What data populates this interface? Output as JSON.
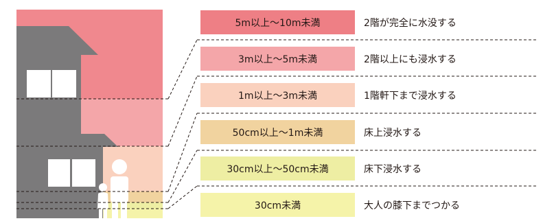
{
  "levels": [
    {
      "range": "5m以上～10m未満",
      "description": "2階が完全に水没する",
      "color": "#ee7f85"
    },
    {
      "range": "3m以上～5m未満",
      "description": "2階以上にも浸水する",
      "color": "#f4a6a9"
    },
    {
      "range": "1m以上～3m未満",
      "description": "1階軒下まで浸水する",
      "color": "#fad1be"
    },
    {
      "range": "50cm以上～1m未満",
      "description": "床上浸水する",
      "color": "#f1d39f"
    },
    {
      "range": "30cm以上～50cm未満",
      "description": "床下浸水する",
      "color": "#eeeea3"
    },
    {
      "range": "30cm未満",
      "description": "大人の膝下までつかる",
      "color": "#f5f3a9"
    }
  ],
  "icons": {
    "house": "house-silhouette-icon",
    "adult": "adult-person-icon",
    "child": "child-person-icon"
  }
}
